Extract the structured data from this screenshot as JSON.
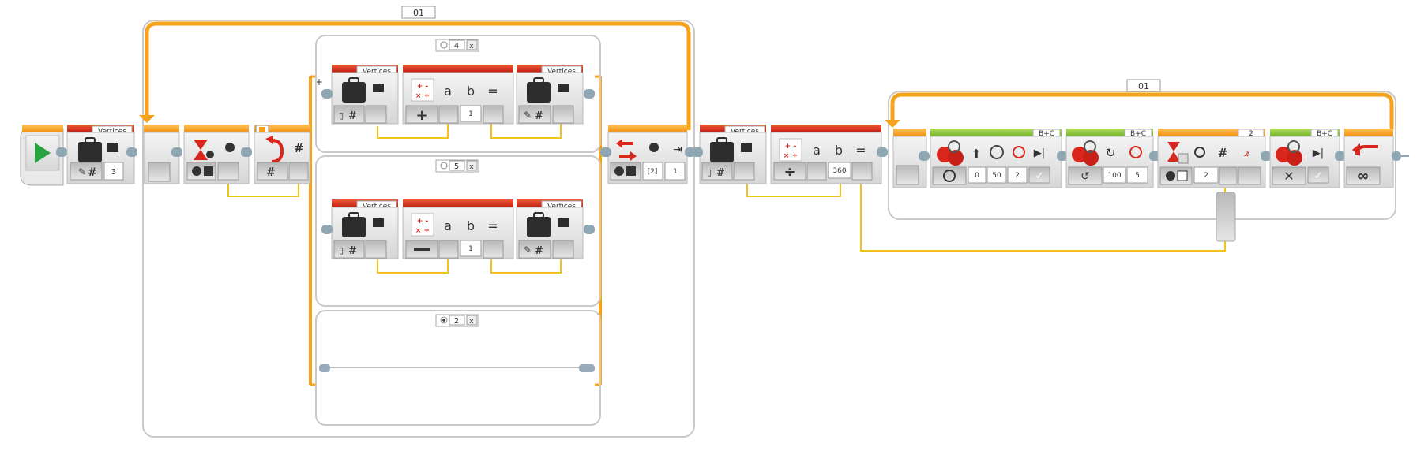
{
  "loops": {
    "main_loop_name": "01",
    "inner_loop_name": "01"
  },
  "switch_cases": {
    "case_a": "4",
    "case_b": "5",
    "case_c": "2",
    "case_close": "x"
  },
  "variables": {
    "start_var_name": "Vertices",
    "start_var_value": "3",
    "case_a_read_var": "Vertices",
    "case_a_write_var": "Vertices",
    "case_b_read_var": "Vertices",
    "case_b_write_var": "Vertices",
    "post_read_var": "Vertices"
  },
  "math": {
    "a_label": "a",
    "b_label": "b",
    "eq_label": "=",
    "case_a_b_value": "1",
    "case_b_b_value": "1",
    "divide_b_value": "360"
  },
  "array_block": {
    "index_value": "[2]",
    "write_value": "1"
  },
  "motor_blocks": {
    "steering_ports": "B+C",
    "steering_values": [
      "0",
      "50",
      "2"
    ],
    "turn_ports": "B+C",
    "turn_values": [
      "100",
      "5"
    ],
    "wait_value": "2",
    "wait_port_label": "2",
    "stop_ports": "B+C"
  },
  "hash_symbol": "#",
  "colors": {
    "orange": "#f7a21b",
    "red": "#d9271d",
    "green": "#8dc63f",
    "wire": "#f2c318",
    "gray": "#9a9a9a"
  }
}
